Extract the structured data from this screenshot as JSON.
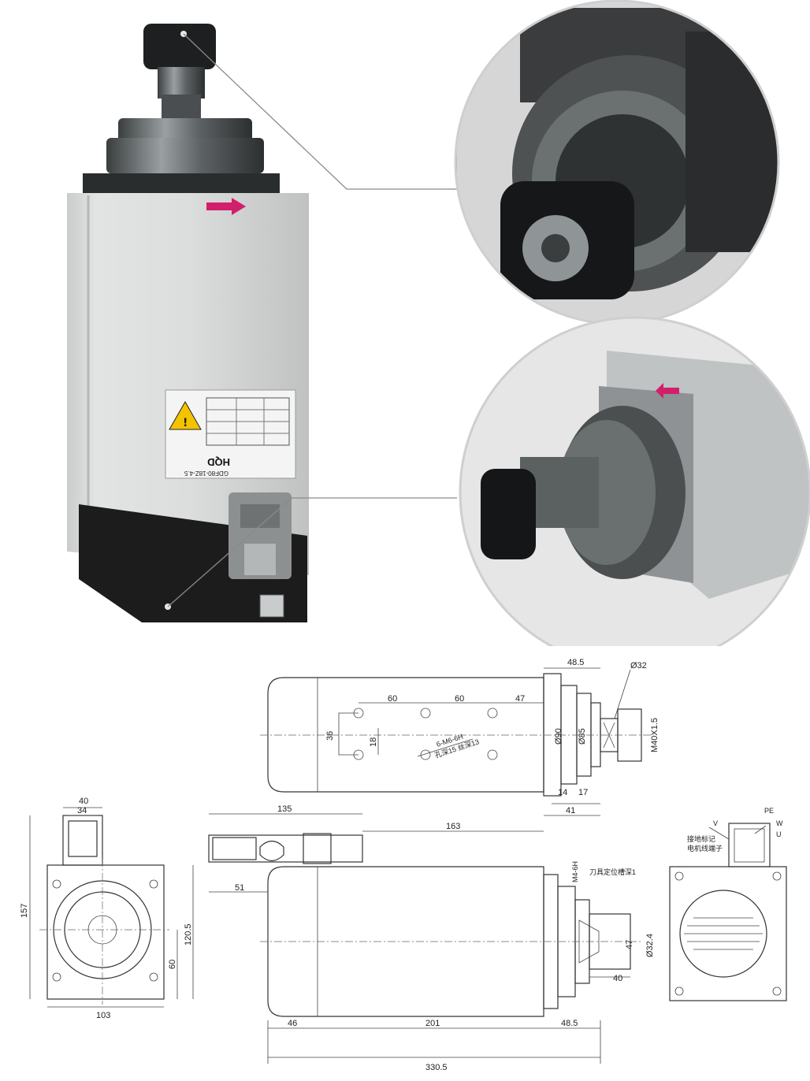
{
  "product": {
    "label_brand": "HQD",
    "label_model": "GDF80-18Z-4.5",
    "label_subtitle": "High Speed Electric Spindle",
    "arrow_color": "#d21f6b",
    "body_color": "#d9dcdb",
    "base_color": "#1c1c1c"
  },
  "drawing": {
    "top_view": {
      "dims": [
        "48.5",
        "Ø32",
        "60",
        "60",
        "47",
        "Ø90",
        "Ø85",
        "M40X1.5",
        "36",
        "18",
        "6-M6-6H",
        "孔深15 丝深13",
        "14",
        "17",
        "41"
      ]
    },
    "front_view": {
      "dims": [
        "40",
        "34",
        "157",
        "120.5",
        "60",
        "103"
      ]
    },
    "side_view": {
      "dims": [
        "135",
        "163",
        "51",
        "M4-6H",
        "刀具定位槽深1",
        "Ø32.4",
        "47",
        "40",
        "46",
        "201",
        "48.5",
        "330.5"
      ]
    },
    "connector_view": {
      "dims": [
        "V",
        "PE",
        "W",
        "U",
        "接地标记",
        "电机线端子"
      ]
    }
  }
}
